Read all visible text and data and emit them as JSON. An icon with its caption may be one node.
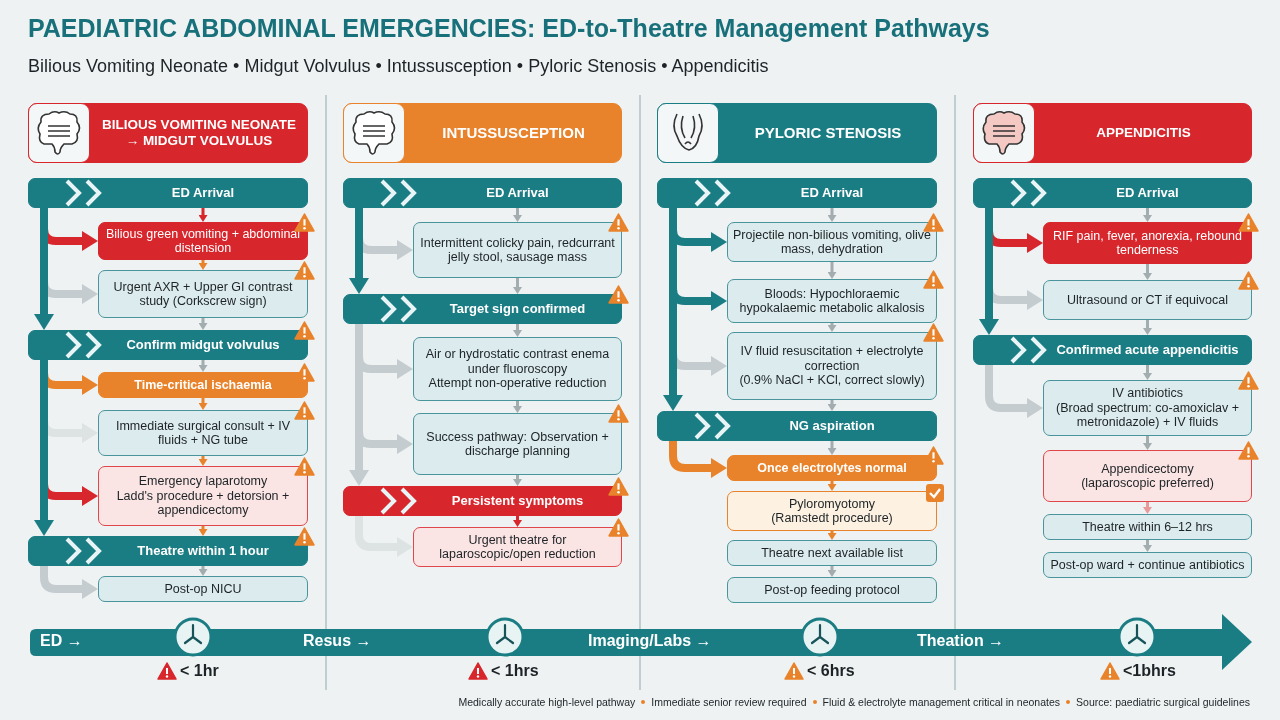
{
  "diagram": {
    "title": "PAEDIATRIC ABDOMINAL EMERGENCIES: ED-to-Theatre Management Pathways",
    "nodes": [
      {
        "text": [
          "BILIOUS VOMITING NEONATE → MIDGUT VOLVULUS"
        ]
      },
      {
        "text": [
          "ED Arrival"
        ]
      },
      {
        "text": [
          "Bilious green vomiting + abdominal distension"
        ]
      },
      {
        "text": [
          "Urgent AXR + Upper GI contrast study (Corkscrew sign)"
        ]
      },
      {
        "text": [
          "Confirm midgut volvulus"
        ]
      },
      {
        "text": [
          "Time-critical ischaemia"
        ]
      },
      {
        "text": [
          "Immediate surgical consult + IV fluids + NG tube"
        ]
      },
      {
        "text": [
          "Emergency laparotomy",
          "Ladd's procedure + detorsion + appendicectomy"
        ]
      },
      {
        "text": [
          "Theatre within 1 hour"
        ]
      },
      {
        "text": [
          "Post-op NICU"
        ]
      },
      {
        "text": [
          "INTUSSUSCEPTION"
        ]
      },
      {
        "text": [
          "ED Arrival"
        ]
      },
      {
        "text": [
          "Intermittent colicky pain, redcurrant jelly stool, sausage mass"
        ]
      },
      {
        "text": [
          "Target sign confirmed"
        ]
      },
      {
        "text": [
          "Air or hydrostatic contrast enema under fluoroscopy",
          "Attempt non-operative reduction"
        ]
      },
      {
        "text": [
          "Success pathway: Observation + discharge planning"
        ]
      },
      {
        "text": [
          "Persistent symptoms"
        ]
      },
      {
        "text": [
          "Urgent theatre for laparoscopic/open reduction"
        ]
      },
      {
        "text": [
          "PYLORIC STENOSIS"
        ]
      },
      {
        "text": [
          "ED Arrival"
        ]
      },
      {
        "text": [
          "Projectile non-bilious vomiting, olive mass, dehydration"
        ]
      },
      {
        "text": [
          "Bloods: Hypochloraemic hypokalaemic metabolic alkalosis"
        ]
      },
      {
        "text": [
          "IV fluid resuscitation + electrolyte correction",
          "(0.9% NaCl + KCl, correct slowly)"
        ]
      },
      {
        "text": [
          "NG aspiration"
        ]
      },
      {
        "text": [
          "Once electrolytes normal"
        ]
      },
      {
        "text": [
          "Pyloromyotomy",
          "(Ramstedt procedure)"
        ]
      },
      {
        "text": [
          "Theatre next available list"
        ]
      },
      {
        "text": [
          "Post-op feeding protocol"
        ]
      },
      {
        "text": [
          "APPENDICITIS"
        ]
      },
      {
        "text": [
          "ED Arrival"
        ]
      },
      {
        "text": [
          "RIF pain, fever, anorexia, rebound tenderness"
        ]
      },
      {
        "text": [
          "Ultrasound or CT if equivocal"
        ]
      },
      {
        "text": [
          "Confirmed acute appendicitis"
        ]
      },
      {
        "text": [
          "IV antibiotics",
          "(Broad spectrum: co-amoxiclav + metronidazole) + IV fluids"
        ]
      },
      {
        "text": [
          "Appendicectomy",
          "(laparoscopic preferred)"
        ]
      },
      {
        "text": [
          "Theatre within 6–12 hrs"
        ]
      },
      {
        "text": [
          "Post-op ward + continue antibiotics"
        ]
      }
    ],
    "edges": [
      {
        "from": 1,
        "to": 2,
        "arrow": "to",
        "color": "#d7262c"
      },
      {
        "from": 2,
        "to": 3,
        "arrow": "to",
        "color": "#e9832b"
      },
      {
        "from": 3,
        "to": 4,
        "arrow": "to"
      },
      {
        "from": 4,
        "to": 5,
        "arrow": "to"
      },
      {
        "from": 5,
        "to": 6,
        "arrow": "to",
        "color": "#e9832b"
      },
      {
        "from": 6,
        "to": 7,
        "arrow": "to",
        "color": "#e9832b"
      },
      {
        "from": 7,
        "to": 8,
        "arrow": "to",
        "color": "#e9832b"
      },
      {
        "from": 8,
        "to": 9,
        "arrow": "to"
      },
      {
        "from": 1,
        "to": 2,
        "arrow": "to",
        "style": "thick",
        "color": "#d7262c"
      },
      {
        "from": 1,
        "to": 3,
        "arrow": "to",
        "style": "thick",
        "color": "#c4cccf"
      },
      {
        "from": 1,
        "to": 4,
        "arrow": "to",
        "style": "thick",
        "color": "#1b7d84"
      },
      {
        "from": 4,
        "to": 5,
        "arrow": "to",
        "style": "thick",
        "color": "#e9832b"
      },
      {
        "from": 4,
        "to": 6,
        "arrow": "to",
        "style": "thick",
        "color": "#dde2e3"
      },
      {
        "from": 4,
        "to": 7,
        "arrow": "to",
        "style": "thick",
        "color": "#d7262c"
      },
      {
        "from": 4,
        "to": 8,
        "arrow": "to",
        "style": "thick",
        "color": "#1b7d84"
      },
      {
        "from": 8,
        "to": 9,
        "arrow": "to",
        "style": "thick",
        "color": "#c4cccf"
      },
      {
        "from": 11,
        "to": 12,
        "arrow": "to"
      },
      {
        "from": 12,
        "to": 13,
        "arrow": "to"
      },
      {
        "from": 13,
        "to": 14,
        "arrow": "to"
      },
      {
        "from": 14,
        "to": 15,
        "arrow": "to"
      },
      {
        "from": 15,
        "to": 16,
        "arrow": "to"
      },
      {
        "from": 16,
        "to": 17,
        "arrow": "to",
        "color": "#d7262c"
      },
      {
        "from": 11,
        "to": 12,
        "arrow": "to",
        "style": "thick",
        "color": "#c4cccf"
      },
      {
        "from": 11,
        "to": 13,
        "arrow": "to",
        "style": "thick",
        "color": "#1b7d84"
      },
      {
        "from": 13,
        "to": 14,
        "arrow": "to",
        "style": "thick",
        "color": "#c4cccf"
      },
      {
        "from": 13,
        "to": 15,
        "arrow": "to",
        "style": "thick",
        "color": "#c4cccf"
      },
      {
        "from": 13,
        "to": 16,
        "arrow": "to",
        "style": "thick",
        "color": "#c4cccf"
      },
      {
        "from": 16,
        "to": 17,
        "arrow": "to",
        "style": "thick",
        "color": "#dde2e3"
      },
      {
        "from": 19,
        "to": 20,
        "arrow": "to"
      },
      {
        "from": 20,
        "to": 21,
        "arrow": "to"
      },
      {
        "from": 21,
        "to": 22,
        "arrow": "to"
      },
      {
        "from": 22,
        "to": 23,
        "arrow": "to"
      },
      {
        "from": 23,
        "to": 24,
        "arrow": "to"
      },
      {
        "from": 24,
        "to": 25,
        "arrow": "to",
        "color": "#e9832b"
      },
      {
        "from": 25,
        "to": 26,
        "arrow": "to",
        "color": "#e9832b"
      },
      {
        "from": 26,
        "to": 27,
        "arrow": "to"
      },
      {
        "from": 19,
        "to": 20,
        "arrow": "to",
        "style": "thick",
        "color": "#1b7d84"
      },
      {
        "from": 19,
        "to": 21,
        "arrow": "to",
        "style": "thick",
        "color": "#1b7d84"
      },
      {
        "from": 19,
        "to": 22,
        "arrow": "to",
        "style": "thick",
        "color": "#c4cccf"
      },
      {
        "from": 19,
        "to": 23,
        "arrow": "to",
        "style": "thick",
        "color": "#1b7d84"
      },
      {
        "from": 23,
        "to": 24,
        "arrow": "to",
        "style": "thick",
        "color": "#e9832b"
      },
      {
        "from": 29,
        "to": 30,
        "arrow": "to"
      },
      {
        "from": 30,
        "to": 31,
        "arrow": "to"
      },
      {
        "from": 31,
        "to": 32,
        "arrow": "to"
      },
      {
        "from": 32,
        "to": 33,
        "arrow": "to"
      },
      {
        "from": 33,
        "to": 34,
        "arrow": "to"
      },
      {
        "from": 34,
        "to": 35,
        "arrow": "to",
        "color": "#e89a9a"
      },
      {
        "from": 35,
        "to": 36,
        "arrow": "to"
      },
      {
        "from": 29,
        "to": 30,
        "arrow": "to",
        "style": "thick",
        "color": "#d7262c"
      },
      {
        "from": 29,
        "to": 31,
        "arrow": "to",
        "style": "thick",
        "color": "#c4cccf"
      },
      {
        "from": 29,
        "to": 32,
        "arrow": "to",
        "style": "thick",
        "color": "#1b7d84"
      },
      {
        "from": 32,
        "to": 33,
        "arrow": "to",
        "style": "thick",
        "color": "#c4cccf"
      }
    ],
    "labels": [
      "Bilious Vomiting Neonate • Midgut Volvulus • Intussusception • Pyloric Stenosis • Appendicitis",
      "ED →",
      "Resus →",
      "Imaging/Labs →",
      "Theation →",
      "< 1hr",
      "< 1hrs",
      "< 6hrs",
      "<1bhrs",
      "Medically accurate high-level pathway",
      "Immediate senior review required",
      "Fluid & electrolyte management critical in neonates",
      "Source: paediatric surgical guidelines"
    ]
  }
}
